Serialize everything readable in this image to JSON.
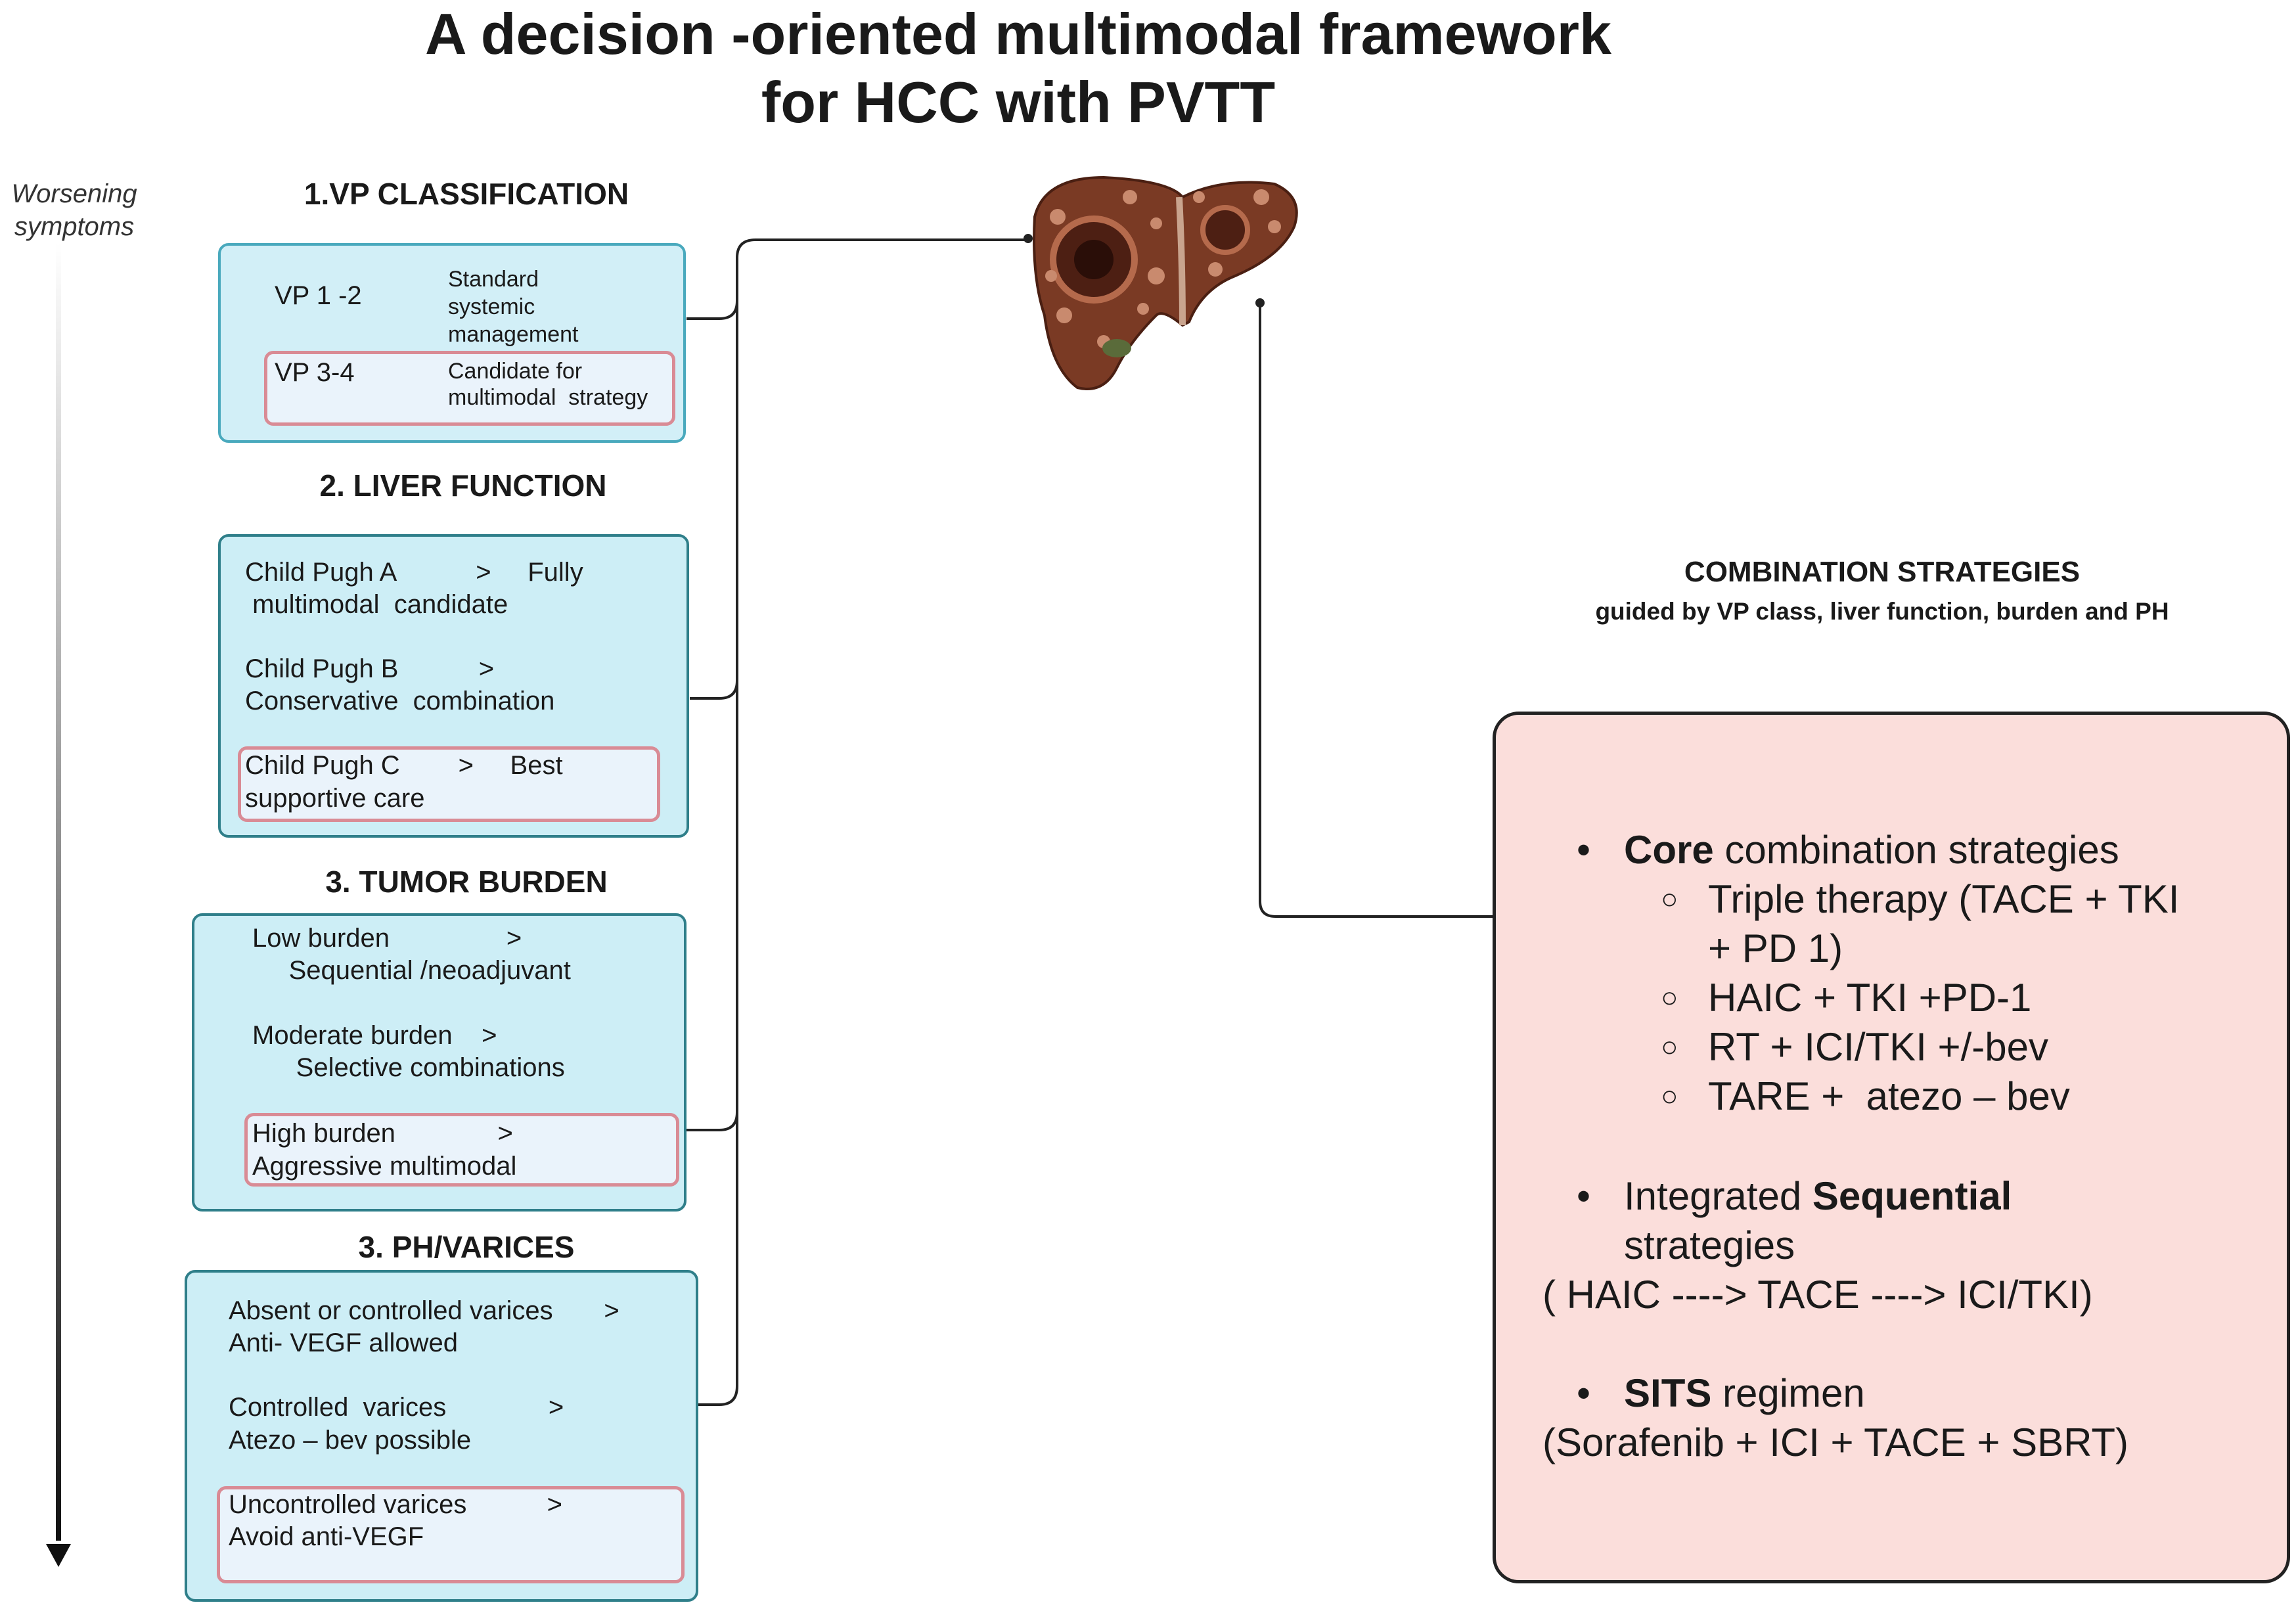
{
  "title": {
    "line1": "A decision -oriented multimodal framework",
    "line2": "for HCC with PVTT"
  },
  "axis": {
    "label_line1": "Worsening",
    "label_line2": "symptoms"
  },
  "sections": {
    "vp": {
      "heading": "1.VP CLASSIFICATION",
      "row1_label": "VP 1 -2",
      "row1_text_1": "Standard",
      "row1_text_2": "systemic",
      "row1_text_3": "management",
      "row2_label": "VP 3-4",
      "row2_text_1": "Candidate for",
      "row2_text_2": "multimodal  strategy"
    },
    "liver": {
      "heading": "2. LIVER FUNCTION",
      "a_1": "Child Pugh A           >     Fully",
      "a_2": " multimodal  candidate",
      "b_1": "Child Pugh B           >",
      "b_2": "Conservative  combination",
      "c_1": "Child Pugh C        >     Best",
      "c_2": "supportive care"
    },
    "burden": {
      "heading": "3. TUMOR BURDEN",
      "low_1": "Low burden                >",
      "low_2": "     Sequential /neoadjuvant",
      "mod_1": "Moderate burden    >",
      "mod_2": "      Selective combinations",
      "high_1": "High burden              >",
      "high_2": "Aggressive multimodal"
    },
    "ph": {
      "heading": "3. PH/VARICES",
      "abs_1": "Absent or controlled varices       >",
      "abs_2": "Anti- VEGF allowed",
      "ctrl_1": "Controlled  varices              >",
      "ctrl_2": "Atezo – bev possible",
      "unc_1": "Uncontrolled varices           >",
      "unc_2": "Avoid anti-VEGF"
    }
  },
  "combination": {
    "heading": "COMBINATION STRATEGIES",
    "subheading": "guided by VP class, liver function, burden and PH",
    "core_bold": "Core",
    "core_rest": " combination strategies",
    "sub1_l1": "Triple therapy (TACE + TKI",
    "sub1_l2": "+ PD 1)",
    "sub2": "HAIC + TKI +PD-1",
    "sub3": "RT + ICI/TKI +/-bev",
    "sub4": "TARE +  atezo – bev",
    "seq_pre": "Integrated ",
    "seq_bold": "Sequential",
    "seq_l2": "strategies",
    "seq_l3": "( HAIC ----> TACE ----> ICI/TKI)",
    "sits_bold": "SITS",
    "sits_rest": " regimen",
    "sits_l2": "(Sorafenib + ICI + TACE + SBRT)"
  },
  "colors": {
    "box_fill": "#cdeef6",
    "box_border": "#2f7f8a",
    "highlight_border": "#d98b95",
    "combo_fill": "#fbdedb",
    "liver": "#7a3a24"
  },
  "icons": {
    "liver": "liver-illustration"
  }
}
